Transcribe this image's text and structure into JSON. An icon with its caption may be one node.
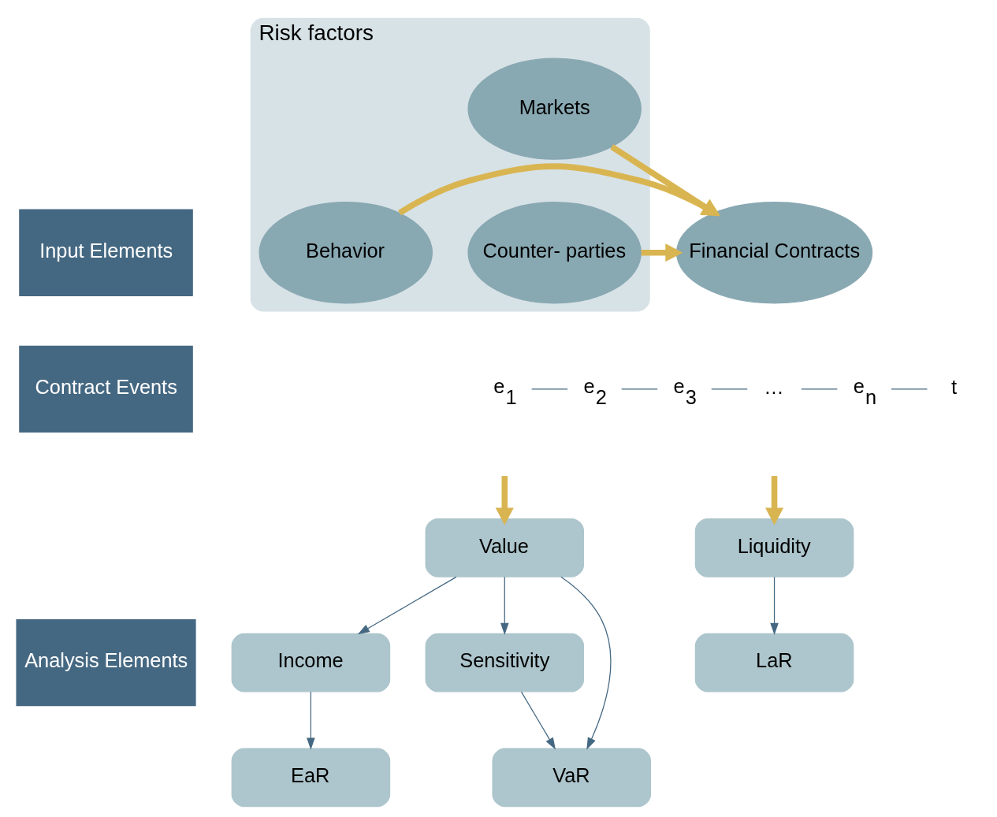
{
  "diagram": {
    "nodes": [
      {
        "text": [
          "Input Elements"
        ]
      },
      {
        "text": [
          "Contract Events"
        ]
      },
      {
        "text": [
          "Analysis Elements"
        ]
      },
      {
        "text": [
          "Risk factors"
        ]
      },
      {
        "text": [
          "Markets"
        ],
        "in": 3
      },
      {
        "text": [
          "Counter- parties"
        ],
        "in": 3
      },
      {
        "text": [
          "Financial Contracts"
        ]
      },
      {
        "text": [
          "Behavior"
        ],
        "in": 3
      },
      {
        "text": [
          "Liquidity"
        ]
      },
      {
        "text": [
          "Value"
        ]
      },
      {
        "text": [
          "Income"
        ]
      },
      {
        "text": [
          "Sensitivity"
        ]
      },
      {
        "text": [
          "LaR"
        ]
      },
      {
        "text": [
          "EaR"
        ]
      },
      {
        "text": [
          "VaR"
        ]
      }
    ],
    "edges": [
      {
        "from": 4,
        "to": 6,
        "arrow": "to",
        "style": "thick",
        "color": "#d9b552"
      },
      {
        "from": 5,
        "to": 6,
        "arrow": "to",
        "style": "thick",
        "color": "#d9b552"
      },
      {
        "from": 7,
        "to": 6,
        "arrow": "to",
        "style": "thick",
        "color": "#d9b552"
      },
      {
        "from": null,
        "to": 8,
        "arrow": "to",
        "style": "thick",
        "color": "#d9b552"
      },
      {
        "from": null,
        "to": 9,
        "arrow": "to",
        "style": "thick",
        "color": "#d9b552"
      },
      {
        "from": 8,
        "to": 12,
        "arrow": "to"
      },
      {
        "from": 9,
        "to": 10,
        "arrow": "to"
      },
      {
        "from": 9,
        "to": 11,
        "arrow": "to"
      },
      {
        "from": 9,
        "to": 14,
        "arrow": "to"
      },
      {
        "from": 10,
        "to": 13,
        "arrow": "to"
      },
      {
        "from": 11,
        "to": 14,
        "arrow": "to"
      }
    ],
    "labels": [
      "e$_{1}$",
      "e$_{2}$",
      "e$_{3}$",
      "…",
      "e$_{n}$",
      "t"
    ]
  }
}
